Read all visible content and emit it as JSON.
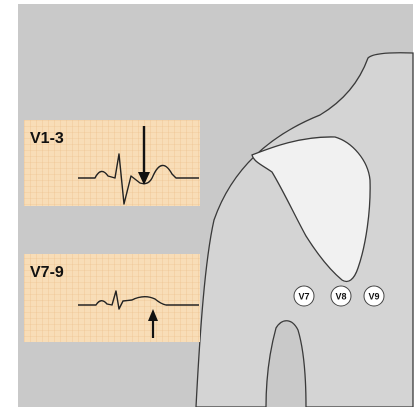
{
  "ecg_panels": [
    {
      "label": "V1-3",
      "arrow_direction": "down",
      "finding": "ST depression"
    },
    {
      "label": "V7-9",
      "arrow_direction": "up",
      "finding": "ST elevation"
    }
  ],
  "electrodes": [
    "V7",
    "V8",
    "V9"
  ],
  "colors": {
    "background": "#c9c9c9",
    "body": "#d4d4d4",
    "scapula": "#f1f1f1",
    "ecg_paper": "#f8ddb7",
    "ecg_grid": "#eab981",
    "trace": "#222222"
  }
}
